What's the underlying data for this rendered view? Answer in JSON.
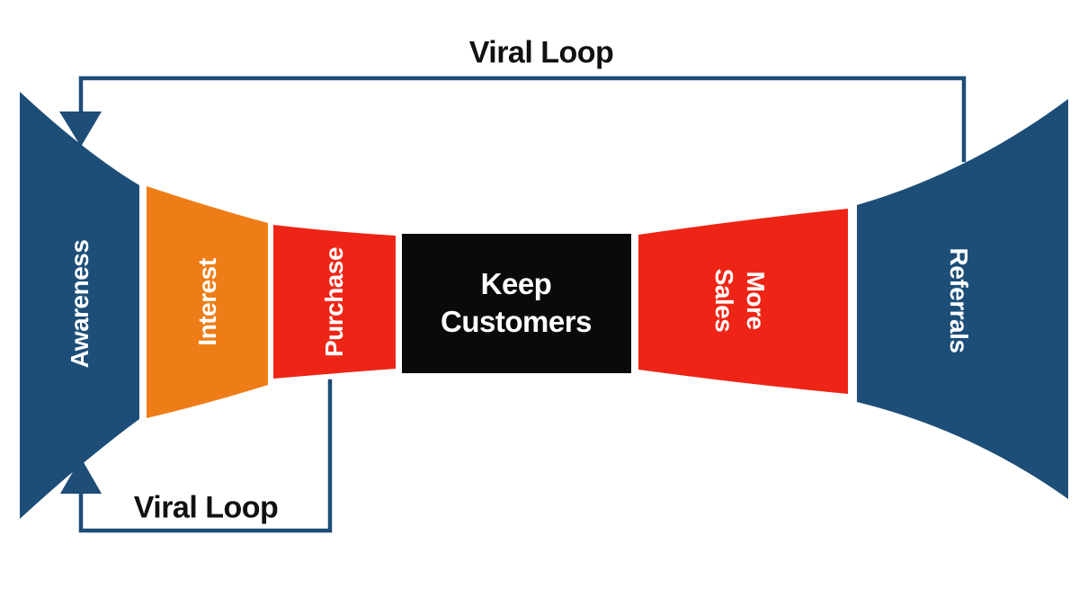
{
  "loops": {
    "top_label": "Viral Loop",
    "bottom_label": "Viral Loop",
    "arrow_color": "#1e4d78"
  },
  "stages": [
    {
      "id": "awareness",
      "label": "Awareness",
      "color": "#1d4e78",
      "text_color": "#ffffff"
    },
    {
      "id": "interest",
      "label": "Interest",
      "color": "#ee7d18",
      "text_color": "#ffffff"
    },
    {
      "id": "purchase",
      "label": "Purchase",
      "color": "#ee2516",
      "text_color": "#ffffff"
    },
    {
      "id": "keep-customers",
      "label": "Keep Customers",
      "color": "#0a0a0a",
      "text_color": "#ffffff"
    },
    {
      "id": "more-sales",
      "label": "More Sales",
      "color": "#ee2516",
      "text_color": "#ffffff"
    },
    {
      "id": "referrals",
      "label": "Referrals",
      "color": "#1d4e78",
      "text_color": "#ffffff"
    }
  ]
}
